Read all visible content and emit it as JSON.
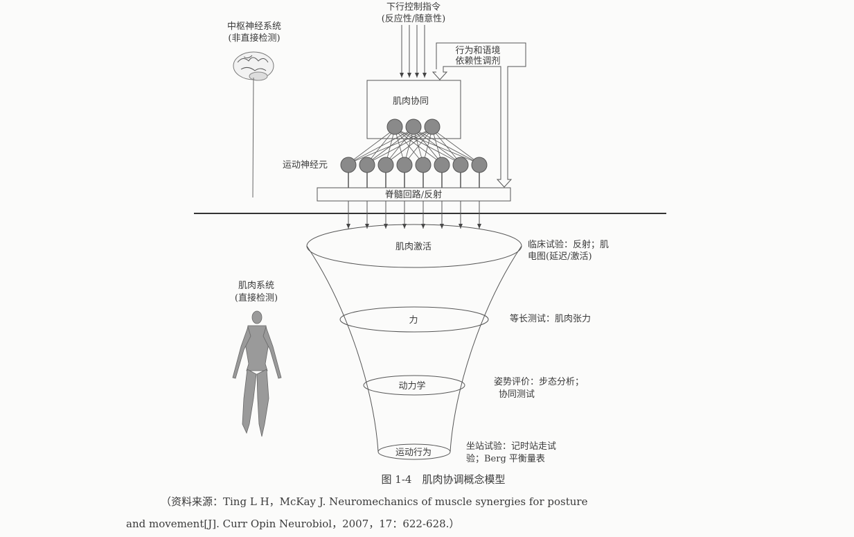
{
  "top_command": [
    "下行控制指令",
    "(反应性/随意性)"
  ],
  "modulation": [
    "行为和语境",
    "依赖性调剂"
  ],
  "synergy_box": "肌肉协同",
  "motor_neurons": "运动神经元",
  "spinal": "脊髓回路/反射",
  "cns": [
    "中枢神经系统",
    "(非直接检测)"
  ],
  "muscle_system": [
    "肌肉系统",
    "(直接检测)"
  ],
  "funnel_levels": [
    "肌肉激活",
    "力",
    "动力学",
    "运动行为"
  ],
  "tests": [
    [
      "临床试验：反射；肌",
      "电图(延迟/激活)"
    ],
    [
      "等长测试：肌肉张力"
    ],
    [
      "姿势评价：步态分析；",
      "协同测试"
    ],
    [
      "坐站试验：记时站走试",
      "验；Berg 平衡量表"
    ]
  ],
  "caption": "图 1-4　肌肉协调概念模型",
  "reference": [
    "（资料来源：Ting L H，McKay J. Neuromechanics of muscle synergies for posture",
    "and movement[J]. Curr Opin Neurobiol，2007，17：622-628.）"
  ]
}
